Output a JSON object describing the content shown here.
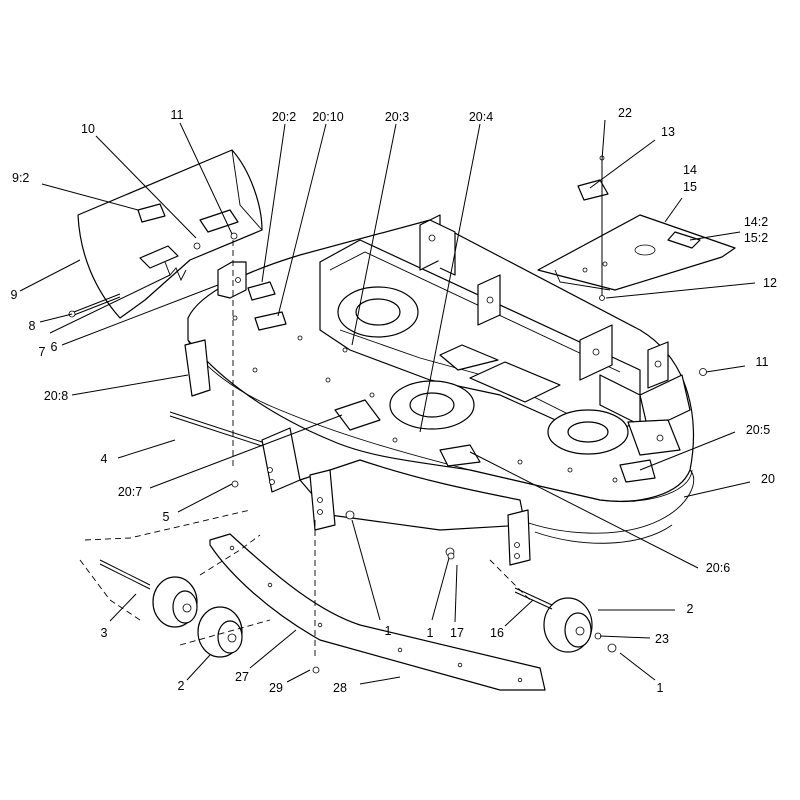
{
  "callouts": [
    {
      "id": "c-9-2",
      "text": "9:2"
    },
    {
      "id": "c-10",
      "text": "10"
    },
    {
      "id": "c-11a",
      "text": "11"
    },
    {
      "id": "c-20-2",
      "text": "20:2"
    },
    {
      "id": "c-20-10",
      "text": "20:10"
    },
    {
      "id": "c-20-3",
      "text": "20:3"
    },
    {
      "id": "c-20-4",
      "text": "20:4"
    },
    {
      "id": "c-22",
      "text": "22"
    },
    {
      "id": "c-13",
      "text": "13"
    },
    {
      "id": "c-14",
      "text": "14"
    },
    {
      "id": "c-15",
      "text": "15"
    },
    {
      "id": "c-14-2",
      "text": "14:2"
    },
    {
      "id": "c-15-2",
      "text": "15:2"
    },
    {
      "id": "c-12",
      "text": "12"
    },
    {
      "id": "c-9",
      "text": "9"
    },
    {
      "id": "c-8",
      "text": "8"
    },
    {
      "id": "c-7",
      "text": "7"
    },
    {
      "id": "c-6",
      "text": "6"
    },
    {
      "id": "c-20-8",
      "text": "20:8"
    },
    {
      "id": "c-11b",
      "text": "11"
    },
    {
      "id": "c-20-5",
      "text": "20:5"
    },
    {
      "id": "c-20",
      "text": "20"
    },
    {
      "id": "c-4",
      "text": "4"
    },
    {
      "id": "c-20-7",
      "text": "20:7"
    },
    {
      "id": "c-5",
      "text": "5"
    },
    {
      "id": "c-20-6",
      "text": "20:6"
    },
    {
      "id": "c-3",
      "text": "3"
    },
    {
      "id": "c-1a",
      "text": "1"
    },
    {
      "id": "c-1b",
      "text": "1"
    },
    {
      "id": "c-17",
      "text": "17"
    },
    {
      "id": "c-16",
      "text": "16"
    },
    {
      "id": "c-2a",
      "text": "2"
    },
    {
      "id": "c-23",
      "text": "23"
    },
    {
      "id": "c-1c",
      "text": "1"
    },
    {
      "id": "c-2b",
      "text": "2"
    },
    {
      "id": "c-27",
      "text": "27"
    },
    {
      "id": "c-29",
      "text": "29"
    },
    {
      "id": "c-28",
      "text": "28"
    }
  ]
}
